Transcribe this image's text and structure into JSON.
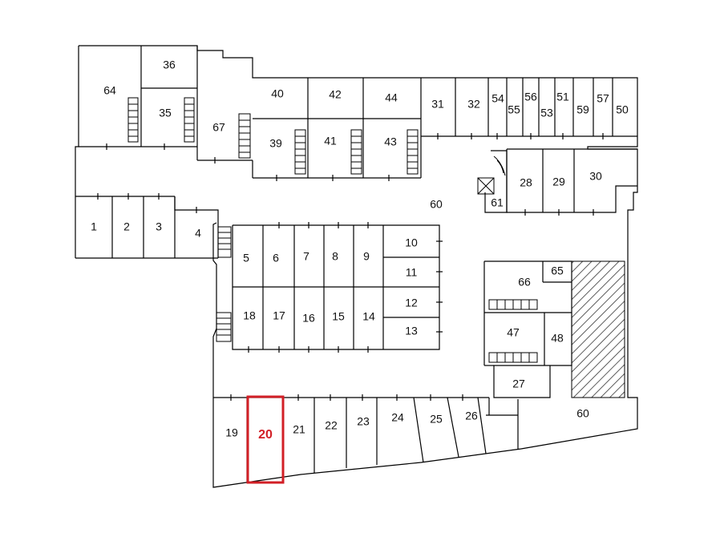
{
  "plan": {
    "highlight_color": "#d21f26",
    "highlighted_unit": "20",
    "units": {
      "u1": "1",
      "u2": "2",
      "u3": "3",
      "u4": "4",
      "u5": "5",
      "u6": "6",
      "u7": "7",
      "u8": "8",
      "u9": "9",
      "u10": "10",
      "u11": "11",
      "u12": "12",
      "u13": "13",
      "u14": "14",
      "u15": "15",
      "u16": "16",
      "u17": "17",
      "u18": "18",
      "u19": "19",
      "u20": "20",
      "u21": "21",
      "u22": "22",
      "u23": "23",
      "u24": "24",
      "u25": "25",
      "u26": "26",
      "u27": "27",
      "u28": "28",
      "u29": "29",
      "u30": "30",
      "u31": "31",
      "u32": "32",
      "u35": "35",
      "u36": "36",
      "u39": "39",
      "u40": "40",
      "u41": "41",
      "u42": "42",
      "u43": "43",
      "u44": "44",
      "u47": "47",
      "u48": "48",
      "u50": "50",
      "u51": "51",
      "u53": "53",
      "u54": "54",
      "u55": "55",
      "u56": "56",
      "u57": "57",
      "u59": "59",
      "u60a": "60",
      "u60b": "60",
      "u61": "61",
      "u64": "64",
      "u65": "65",
      "u66": "66",
      "u67": "67"
    }
  }
}
